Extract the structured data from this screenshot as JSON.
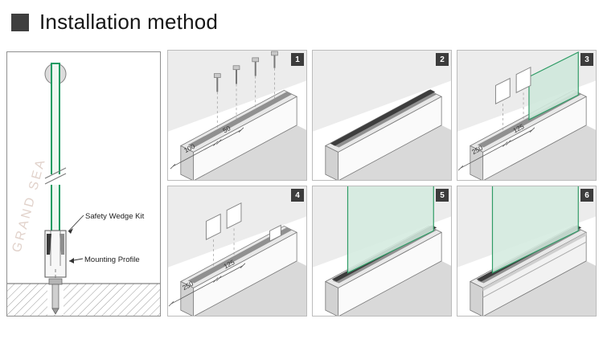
{
  "header": {
    "title": "Installation method"
  },
  "watermark": "GRAND SEA",
  "left_panel": {
    "safety_wedge_label": "Safety Wedge Kit",
    "mounting_profile_label": "Mounting Profile"
  },
  "steps": [
    {
      "number": "1",
      "dim_long": "100",
      "dim_short": "50"
    },
    {
      "number": "2",
      "dim_long": "",
      "dim_short": ""
    },
    {
      "number": "3",
      "dim_long": "250",
      "dim_short": "125"
    },
    {
      "number": "4",
      "dim_long": "250",
      "dim_short": "125"
    },
    {
      "number": "5",
      "dim_long": "",
      "dim_short": ""
    },
    {
      "number": "6",
      "dim_long": "",
      "dim_short": ""
    }
  ],
  "colors": {
    "glass_green": "#169b62",
    "glass_fill": "#d2e9dc",
    "badge_bg": "#3c3c3c",
    "title_bullet": "#3f3f3f"
  }
}
